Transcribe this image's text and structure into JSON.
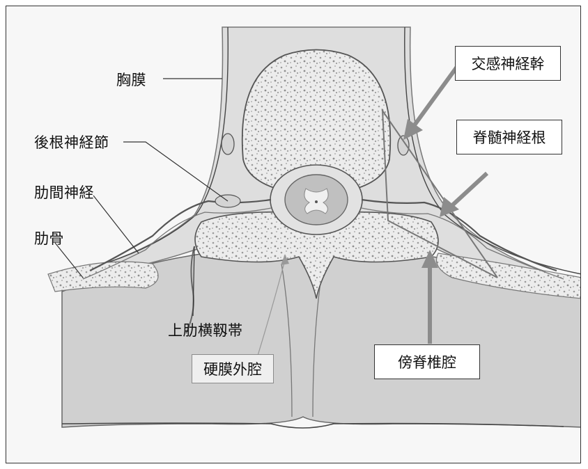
{
  "labels": {
    "pleura": "胸膜",
    "dorsal_root_ganglion": "後根神経節",
    "intercostal_nerve": "肋間神経",
    "rib": "肋骨",
    "superior_costotransverse_ligament": "上肋横靱帯",
    "epidural_space": "硬膜外腔",
    "sympathetic_trunk": "交感神経幹",
    "spinal_nerve_root": "脊髄神経根",
    "paravertebral_space": "傍脊椎腔"
  },
  "colors": {
    "arrow": "#8c8c8c",
    "outline": "#555555",
    "muscle": "#cfcfcf",
    "bone": "#e6e6e6",
    "cord": "#bdbdbd"
  }
}
